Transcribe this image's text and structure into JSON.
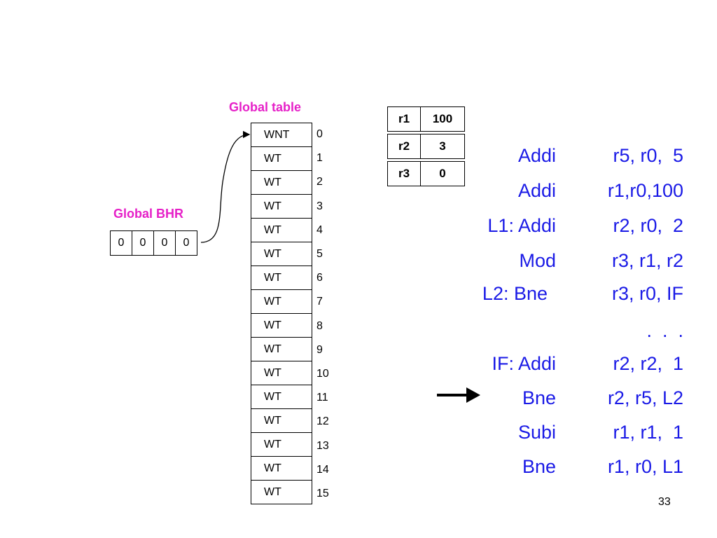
{
  "global_table": {
    "title": "Global table",
    "entries": [
      {
        "index": "0",
        "value": "WNT"
      },
      {
        "index": "1",
        "value": "WT"
      },
      {
        "index": "2",
        "value": "WT"
      },
      {
        "index": "3",
        "value": "WT"
      },
      {
        "index": "4",
        "value": "WT"
      },
      {
        "index": "5",
        "value": "WT"
      },
      {
        "index": "6",
        "value": "WT"
      },
      {
        "index": "7",
        "value": "WT"
      },
      {
        "index": "8",
        "value": "WT"
      },
      {
        "index": "9",
        "value": "WT"
      },
      {
        "index": "10",
        "value": "WT"
      },
      {
        "index": "11",
        "value": "WT"
      },
      {
        "index": "12",
        "value": "WT"
      },
      {
        "index": "13",
        "value": "WT"
      },
      {
        "index": "14",
        "value": "WT"
      },
      {
        "index": "15",
        "value": "WT"
      }
    ]
  },
  "global_bhr": {
    "title": "Global BHR",
    "bits": [
      "0",
      "0",
      "0",
      "0"
    ]
  },
  "registers": [
    {
      "name": "r1",
      "value": "100"
    },
    {
      "name": "r2",
      "value": "3"
    },
    {
      "name": "r3",
      "value": "0"
    }
  ],
  "code": [
    {
      "label_op": "Addi",
      "operands": "r5, r0,  5"
    },
    {
      "label_op": "Addi",
      "operands": "r1,r0,100"
    },
    {
      "label_op": "L1: Addi",
      "operands": "r2, r0,  2"
    },
    {
      "label_op": "Mod",
      "operands": "r3, r1, r2"
    },
    {
      "label_op": "L2: Bne",
      "operands": "r3, r0, IF"
    },
    {
      "label_op": "",
      "operands": ".  .  ."
    },
    {
      "label_op": "IF: Addi",
      "operands": "r2, r2,  1"
    },
    {
      "label_op": "Bne",
      "operands": "r2, r5, L2"
    },
    {
      "label_op": "Subi",
      "operands": "r1, r1,  1"
    },
    {
      "label_op": "Bne",
      "operands": "r1, r0, L1"
    }
  ],
  "current_instruction_index": 7,
  "page_number": "33",
  "colors": {
    "title": "#e620c8",
    "code": "#1a1ae6"
  }
}
